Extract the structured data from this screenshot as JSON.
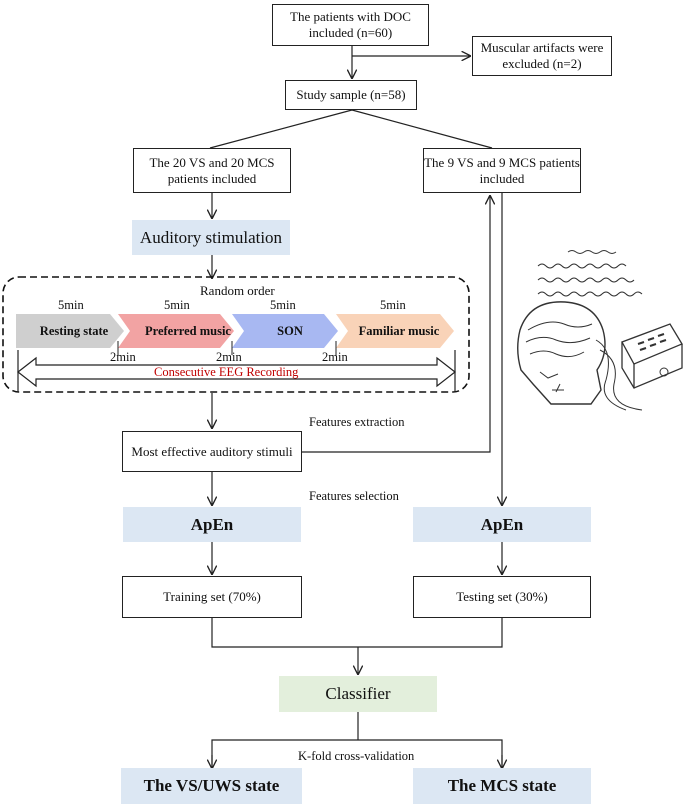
{
  "boxes": {
    "top": "The patients with DOC included (n=60)",
    "excluded": "Muscular artifacts were excluded (n=2)",
    "sample": "Study sample (n=58)",
    "left_group": "The 20 VS and 20 MCS patients included",
    "right_group": "The 9 VS and 9 MCS patients included",
    "auditory": "Auditory stimulation",
    "most_effective": "Most effective auditory stimuli",
    "apen_left": "ApEn",
    "apen_right": "ApEn",
    "training": "Training set (70%)",
    "testing": "Testing set (30%)",
    "classifier": "Classifier",
    "vs_state": "The VS/UWS state",
    "mcs_state": "The MCS state"
  },
  "protocol": {
    "random_order": "Random order",
    "stages": [
      {
        "label": "Resting state",
        "duration": "5min",
        "color": "#cfcfcf"
      },
      {
        "label": "Preferred music",
        "duration": "5min",
        "color": "#f2a3a3"
      },
      {
        "label": "SON",
        "duration": "5min",
        "color": "#a8b8f2"
      },
      {
        "label": "Familiar music",
        "duration": "5min",
        "color": "#f9d3b8"
      }
    ],
    "gaps": [
      "2min",
      "2min",
      "2min"
    ],
    "recording": "Consecutive EEG Recording",
    "recording_color": "#c00000"
  },
  "labels": {
    "features_extraction": "Features extraction",
    "features_selection": "Features selection",
    "kfold": "K-fold cross-validation"
  },
  "colors": {
    "blue_fill": "#dce7f3",
    "green_fill": "#e3efdc"
  }
}
